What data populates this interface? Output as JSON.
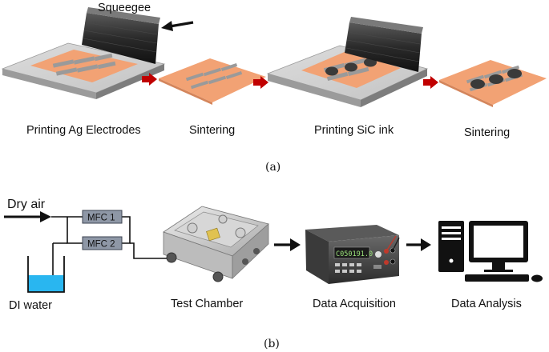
{
  "part_a": {
    "squeegee_label": "Squeegee",
    "steps": [
      "Printing Ag Electrodes",
      "Sintering",
      "Printing SiC ink",
      "Sintering"
    ],
    "caption": "(a)"
  },
  "part_b": {
    "dry_air_label": "Dry air",
    "mfc1_label": "MFC 1",
    "mfc2_label": "MFC 2",
    "di_water_label": "DI water",
    "test_chamber_label": "Test Chamber",
    "data_acquisition_label": "Data Acquisition",
    "data_analysis_label": "Data Analysis",
    "meter_display": "C050191.0",
    "caption": "(b)"
  },
  "colors": {
    "substrate": "#f2a274",
    "electrode": "#9a9a9a",
    "sic_dot": "#3a3a3a",
    "arrow_red": "#c00000",
    "mfc_box": "#8e97a6",
    "water": "#29b6f0"
  }
}
